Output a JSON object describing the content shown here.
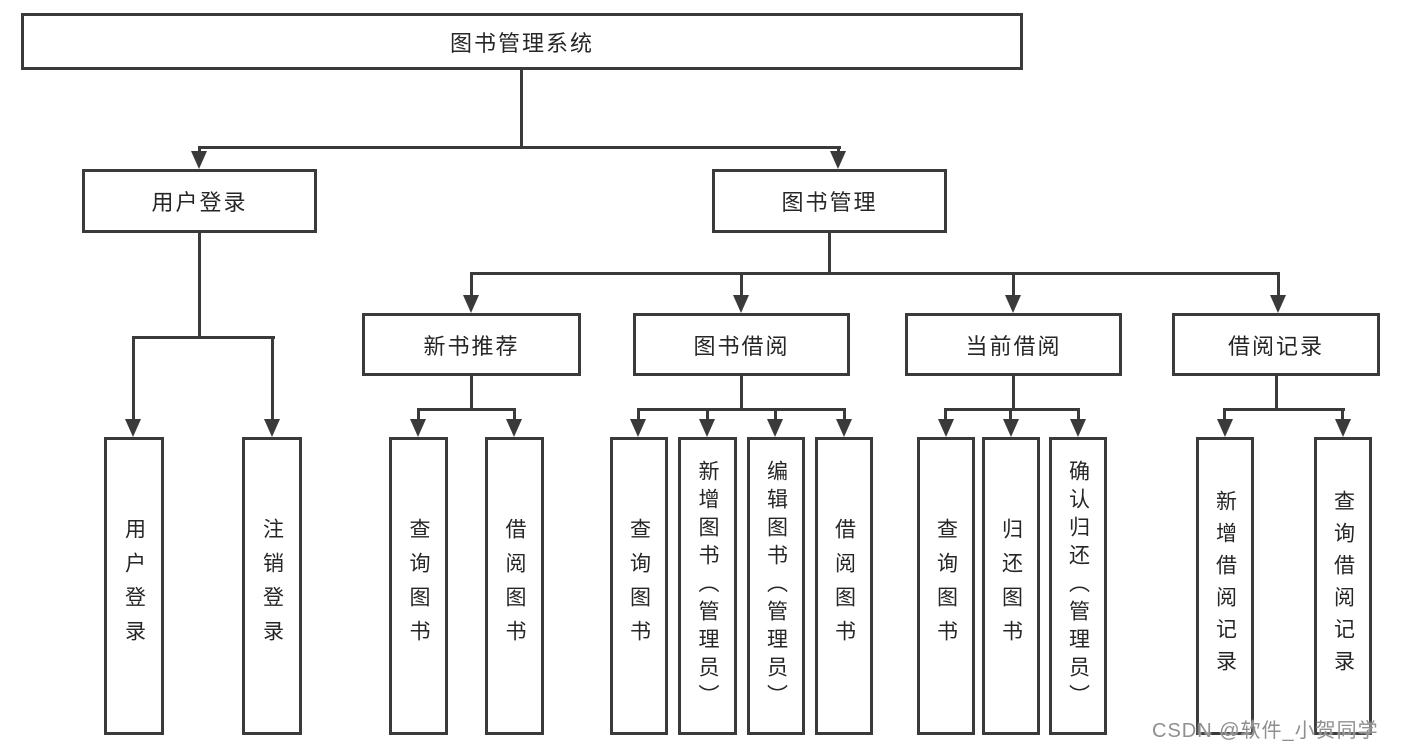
{
  "nodes": {
    "root": "图书管理系统",
    "user_login": "用户登录",
    "book_mgmt": "图书管理",
    "new_book": "新书推荐",
    "book_borrow": "图书借阅",
    "current_borrow": "当前借阅",
    "borrow_record": "借阅记录",
    "ul_login": "用户登录",
    "ul_logout": "注销登录",
    "nb_query": "查询图书",
    "nb_borrow": "借阅图书",
    "bb_query": "查询图书",
    "bb_add": "新增图书（管理员）",
    "bb_edit": "编辑图书（管理员）",
    "bb_borrow": "借阅图书",
    "cb_query": "查询图书",
    "cb_return": "归还图书",
    "cb_confirm": "确认归还（管理员）",
    "br_add": "新增借阅记录",
    "br_query": "查询借阅记录"
  },
  "watermark": "CSDN @软件_小贺同学",
  "colors": {
    "line": "#3a3a3a",
    "text": "#262626",
    "background": "#ffffff",
    "watermark": "#8f8f8f"
  }
}
